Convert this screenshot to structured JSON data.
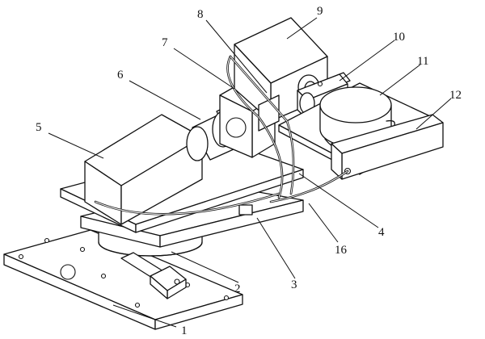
{
  "labels": {
    "l1": "1",
    "l2": "2",
    "l3": "3",
    "l4": "4",
    "l5": "5",
    "l6": "6",
    "l7": "7",
    "l8": "8",
    "l9": "9",
    "l10": "10",
    "l11": "11",
    "l12": "12",
    "l16": "16"
  }
}
